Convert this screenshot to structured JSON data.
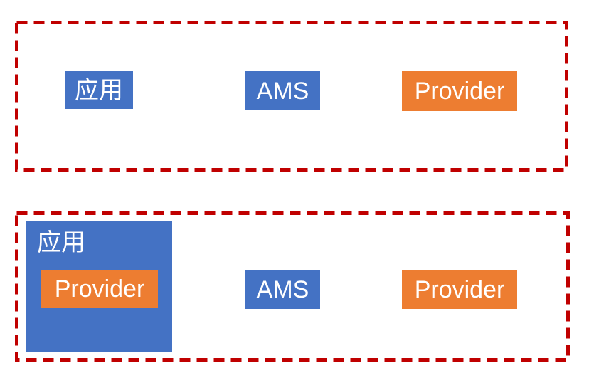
{
  "diagram": {
    "colors": {
      "box_blue": "#4472C4",
      "box_orange": "#ED7D31",
      "dashed_border_red": "#C00000",
      "label_text": "#FFFFFF",
      "background": "#FFFFFF"
    },
    "top_group": {
      "boxes": [
        {
          "label": "应用",
          "color": "#4472C4"
        },
        {
          "label": "AMS",
          "color": "#4472C4"
        },
        {
          "label": "Provider",
          "color": "#ED7D31"
        }
      ]
    },
    "bottom_group": {
      "app_container": {
        "label": "应用",
        "color": "#4472C4",
        "inner_box": {
          "label": "Provider",
          "color": "#ED7D31"
        }
      },
      "boxes": [
        {
          "label": "AMS",
          "color": "#4472C4"
        },
        {
          "label": "Provider",
          "color": "#ED7D31"
        }
      ]
    }
  }
}
